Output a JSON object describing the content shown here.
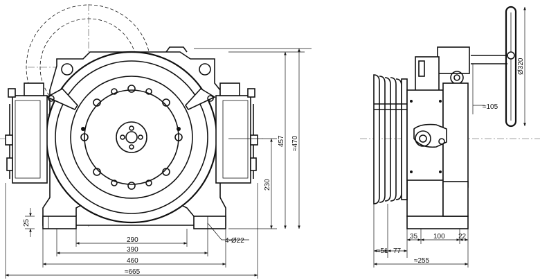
{
  "front_view": {
    "dims": {
      "d290": "290",
      "d390": "390",
      "d460": "460",
      "d665": "≈665",
      "d25": "25",
      "d230": "230",
      "d457": "457",
      "d470": "≈470",
      "holes": "4-Ø22"
    }
  },
  "side_view": {
    "dims": {
      "d105": "≈105",
      "d320": "Ø320",
      "d51": "≈51",
      "d77": "77",
      "d35": "35",
      "d100": "100",
      "d22": "22",
      "d255": "≈255"
    }
  }
}
